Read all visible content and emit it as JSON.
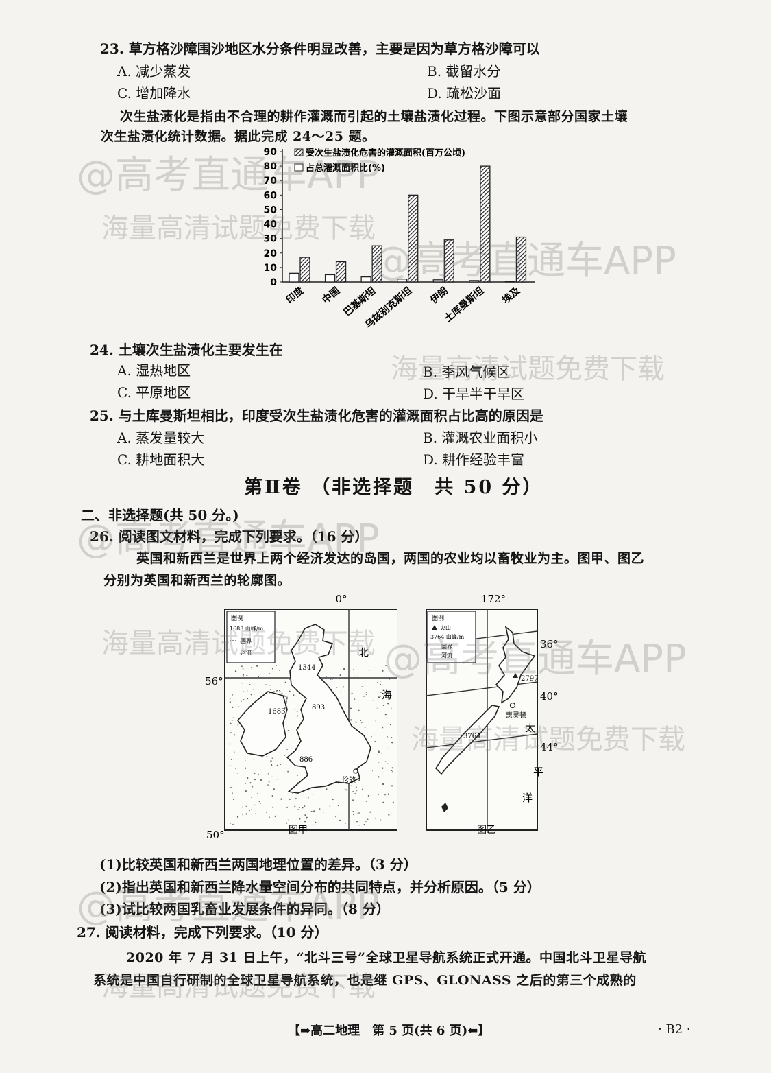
{
  "q23": {
    "stem": "23. 草方格沙障围沙地区水分条件明显改善，主要是因为草方格沙障可以",
    "a": "A. 减少蒸发",
    "b": "B. 截留水分",
    "c": "C. 增加降水",
    "d": "D. 疏松沙面"
  },
  "intro24": {
    "line1": "次生盐渍化是指由不合理的耕作灌溉而引起的土壤盐渍化过程。下图示意部分国家土壤",
    "line2": "次生盐渍化统计数据。据此完成 24～25 题。"
  },
  "chart_data": {
    "type": "bar",
    "categories": [
      "印度",
      "中国",
      "巴基斯坦",
      "乌兹别克斯坦",
      "伊朗",
      "土库曼斯坦",
      "埃及"
    ],
    "series": [
      {
        "name": "受次生盐渍化危害的灌溉面积(百万公顷)",
        "values": [
          17,
          14,
          25,
          60,
          29,
          80,
          31
        ],
        "fill": "hatched"
      },
      {
        "name": "占总灌溉面积比(%)",
        "values": [
          6,
          5,
          3.5,
          2,
          1.5,
          1,
          0.5
        ],
        "fill": "white"
      }
    ],
    "yticks": [
      "0",
      "10",
      "20",
      "30",
      "40",
      "50",
      "60",
      "70",
      "80",
      "90"
    ],
    "ylim": [
      0,
      90
    ]
  },
  "q24": {
    "stem": "24. 土壤次生盐渍化主要发生在",
    "a": "A. 湿热地区",
    "b": "B. 季风气候区",
    "c": "C. 平原地区",
    "d": "D. 干旱半干旱区"
  },
  "q25": {
    "stem": "25. 与土库曼斯坦相比，印度受次生盐渍化危害的灌溉面积占比高的原因是",
    "a": "A. 蒸发量较大",
    "b": "B. 灌溉农业面积小",
    "c": "C. 耕地面积大",
    "d": "D. 耕作经验丰富"
  },
  "section2": {
    "title": "第Ⅱ卷 （非选择题　共 50 分）",
    "heading": "二、非选择题(共 50 分。)"
  },
  "q26": {
    "stem": "26. 阅读图文材料，完成下列要求。（16 分）",
    "para1": "英国和新西兰是世界上两个经济发达的岛国，两国的农业均以畜牧业为主。图甲、图乙",
    "para2": "分别为英国和新西兰的轮廓图。",
    "sub1": "(1)比较英国和新西兰两国地理位置的差异。（3 分）",
    "sub2": "(2)指出英国和新西兰降水量空间分布的共同特点，并分析原因。（5 分）",
    "sub3": "(3)试比较两国乳畜业发展条件的异同。（8 分）"
  },
  "mapA": {
    "caption": "图甲",
    "lon": "0°",
    "lat_top": "56°",
    "lat_bottom": "50°",
    "legend_title": "图例",
    "legend_1": "1683 山峰/m",
    "legend_2": "国界",
    "legend_3": "河流",
    "sea1": "北",
    "sea2": "海",
    "peak1": "1344",
    "peak2": "1683",
    "peak3": "893",
    "peak4": "886",
    "city": "伦敦"
  },
  "mapB": {
    "caption": "图乙",
    "lon": "172°",
    "lat1": "36°",
    "lat2": "40°",
    "lat3": "44°",
    "legend_title": "图例",
    "legend_1": "火山",
    "legend_2": "3764 山峰/m",
    "legend_3": "国界",
    "legend_4": "河流",
    "ocean1": "太",
    "ocean2": "平",
    "ocean3": "洋",
    "peak1": "2797",
    "peak2": "3764",
    "city": "惠灵顿"
  },
  "q27": {
    "stem": "27. 阅读材料，完成下列要求。（10 分）",
    "para1": "2020 年 7 月 31 日上午，“北斗三号”全球卫星导航系统正式开通。中国北斗卫星导航",
    "para2": "系统是中国自行研制的全球卫星导航系统，也是继 GPS、GLONASS 之后的第三个成熟的"
  },
  "footer": {
    "center": "【➡高二地理　第 5 页(共 6 页)⬅】",
    "right": "· B2 ·"
  },
  "watermark": {
    "w1": "@高考直通车APP",
    "w2": "海量高清试题免费下载"
  }
}
